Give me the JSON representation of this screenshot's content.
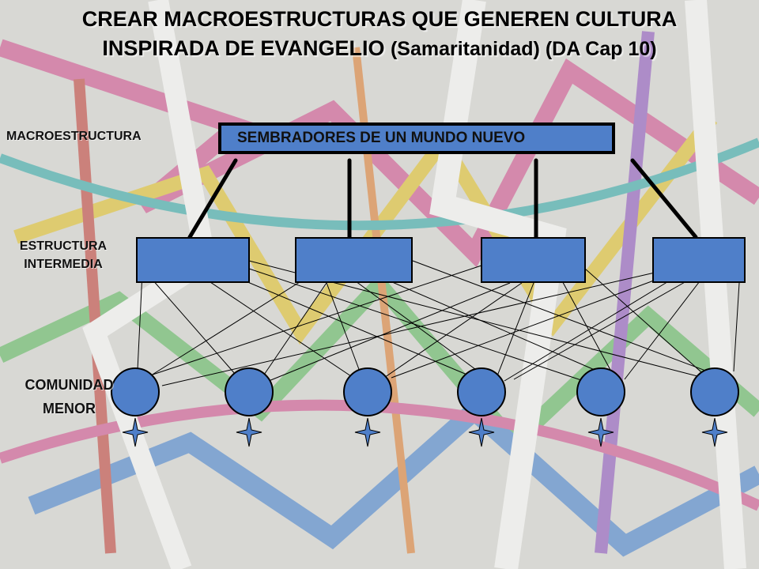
{
  "title": {
    "line1": "CREAR MACROESTRUCTURAS QUE GENEREN CULTURA",
    "line2_main": "INSPIRADA DE EVANGELIO ",
    "line2_small": "(Samaritanidad) (DA Cap 10)"
  },
  "levels": {
    "macro": "MACROESTRUCTURA",
    "intermedia_line1": "ESTRUCTURA",
    "intermedia_line2": "INTERMEDIA",
    "comunidad_line1": "COMUNIDAD",
    "comunidad_line2": "MENOR"
  },
  "macro_box": {
    "label": "SEMBRADORES DE UN MUNDO NUEVO"
  },
  "intermediate_count": 4,
  "community_count": 6,
  "colors": {
    "box_fill": "#4f7fc9",
    "node_fill": "#4f7fc9",
    "outline": "#000000"
  },
  "icon": "four-point-star-icon"
}
